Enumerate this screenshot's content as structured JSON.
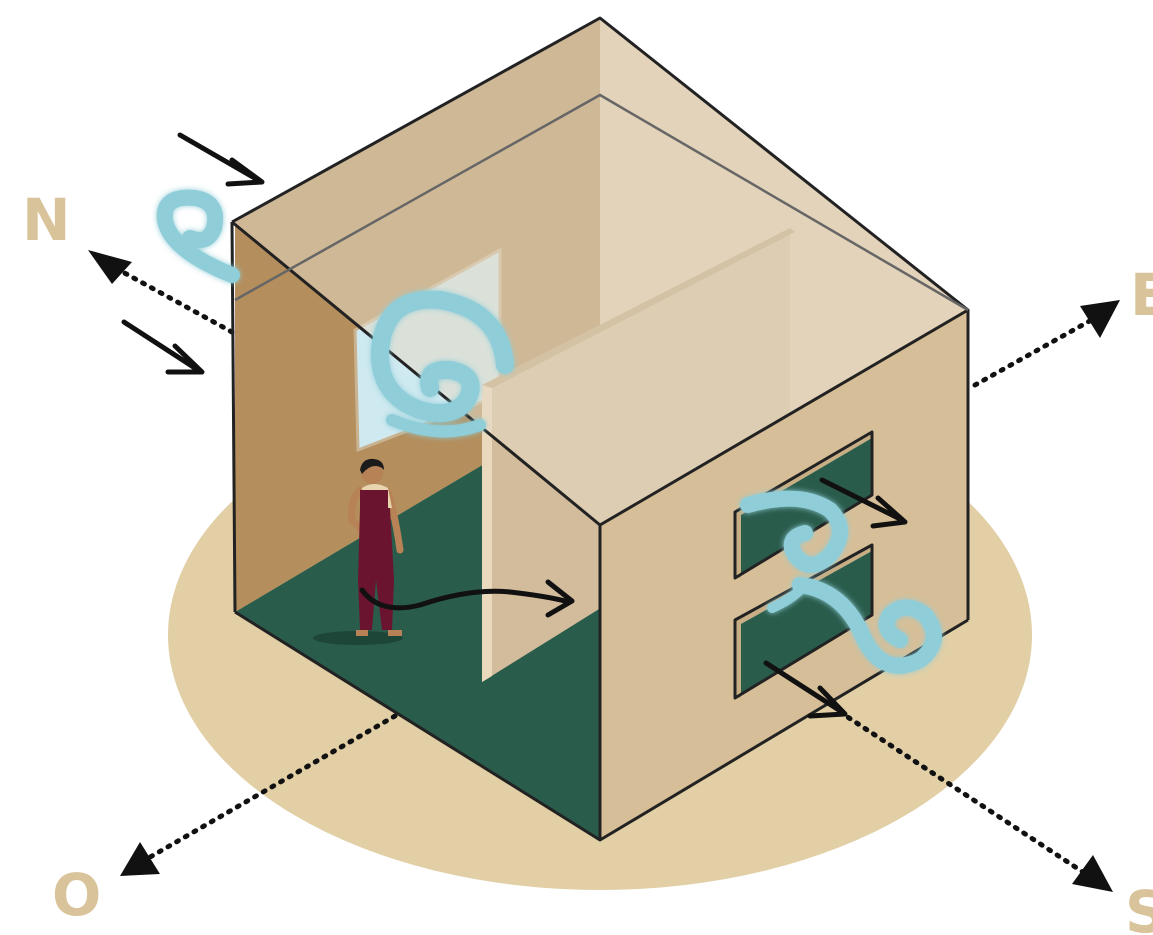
{
  "compass": {
    "north": "N",
    "east": "E",
    "south": "S",
    "west": "O"
  },
  "colors": {
    "ground": "#e2cfa6",
    "wall_outer": "#d6bf98",
    "wall_inner_dark": "#b48e5c",
    "wall_inner_light": "#d8c3a5",
    "floor": "#2a5c4c",
    "roof_glass": "#e6dbc7",
    "wind": "#8fcdd8",
    "window_sky": "#cfe9f0",
    "compass_letter": "#d9c39a",
    "person_outfit": "#6b1430"
  },
  "icons": {
    "wind_swirls": "wind-swirl-icon",
    "airflow_arrows": "arrow-icon",
    "person": "person-figure"
  }
}
